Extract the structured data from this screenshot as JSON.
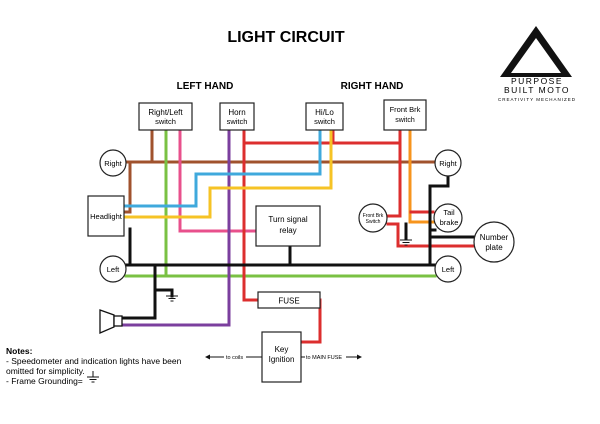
{
  "title": "LIGHT CIRCUIT",
  "sections": {
    "left": "LEFT HAND",
    "right": "RIGHT HAND"
  },
  "logo": {
    "line1": "PURPOSE",
    "line2": "BUILT MOTO",
    "tagline": "CREATIVITY MECHANIZED"
  },
  "components": {
    "rl_switch": [
      "Right/Left",
      "switch"
    ],
    "horn_switch": [
      "Horn",
      "switch"
    ],
    "hilo_switch": [
      "Hi/Lo",
      "switch"
    ],
    "front_brk_switch": [
      "Front Brk",
      "switch"
    ],
    "headlight": "Headlight",
    "turn_relay": [
      "Turn signal",
      "relay"
    ],
    "fuse": "FUSE",
    "key_ignition": [
      "Key",
      "Ignition"
    ],
    "front_brk_small": [
      "Front Brk",
      "Switch"
    ],
    "tail_brake": [
      "Tail",
      "brake"
    ],
    "number_plate": [
      "Number",
      "plate"
    ],
    "ind_front_right": "Right",
    "ind_rear_right": "Right",
    "ind_front_left": "Left",
    "ind_rear_left": "Left"
  },
  "arrows": {
    "to_coils": "to coils",
    "to_main_fuse": "to MAIN FUSE"
  },
  "notes": {
    "heading": "Notes:",
    "line1": "- Speedometer and indication lights have been omitted for simplicity.",
    "line2": "- Frame Grounding="
  },
  "wire_colors": {
    "brown": "#a0522d",
    "green": "#7ac143",
    "pink": "#e8508c",
    "purple": "#7b3f9e",
    "blue": "#3fa9dc",
    "yellow": "#f6c325",
    "orange": "#f7941d",
    "red": "#dc2e2e",
    "black": "#111111"
  }
}
